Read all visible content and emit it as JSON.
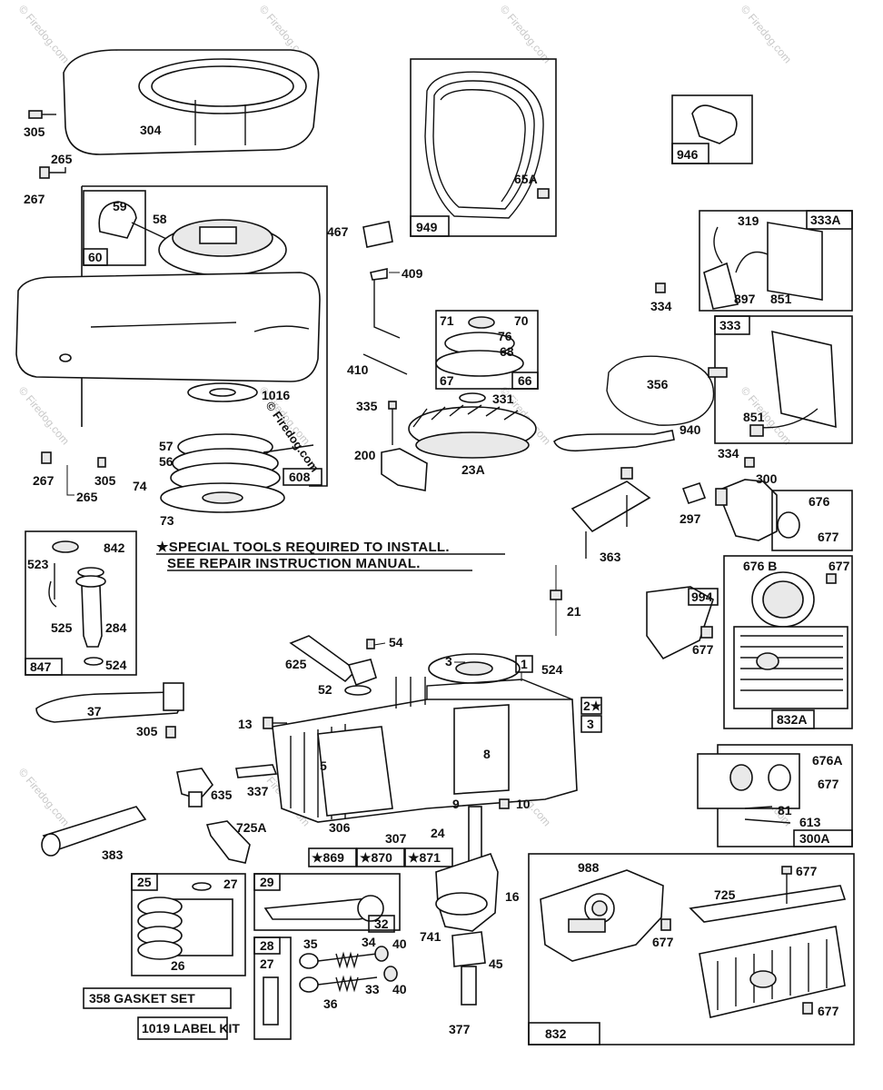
{
  "watermark": "© Firedog.com",
  "note": {
    "line1": "★SPECIAL TOOLS REQUIRED TO INSTALL.",
    "line2": "SEE REPAIR INSTRUCTION MANUAL."
  },
  "labels": {
    "p304": "304",
    "p305a": "305",
    "p265a": "265",
    "p267a": "267",
    "p59": "59",
    "p58": "58",
    "p60": "60",
    "p467": "467",
    "p1016": "1016",
    "p57": "57",
    "p56": "56",
    "p608": "608",
    "p74": "74",
    "p73": "73",
    "p267b": "267",
    "p305b": "305",
    "p265b": "265",
    "p949": "949",
    "p65A": "65A",
    "p409": "409",
    "p410": "410",
    "p71": "71",
    "p70": "70",
    "p76": "76",
    "p68": "68",
    "p67": "67",
    "p66": "66",
    "p331": "331",
    "p335": "335",
    "p200": "200",
    "p23A": "23A",
    "p946": "946",
    "p333A": "333A",
    "p319": "319",
    "p897": "897",
    "p851a": "851",
    "p334a": "334",
    "p333": "333",
    "p356": "356",
    "p851b": "851",
    "p334b": "334",
    "p940": "940",
    "p300": "300",
    "p676": "676",
    "p677a": "677",
    "p297": "297",
    "p363": "363",
    "p842": "842",
    "p523": "523",
    "p525": "525",
    "p284": "284",
    "p847": "847",
    "p524a": "524",
    "p21": "21",
    "p524b": "524",
    "p676B": "676 B",
    "p677b": "677",
    "p994": "994",
    "p677c": "677",
    "p832A": "832A",
    "p625": "625",
    "p54": "54",
    "p52": "52",
    "p37": "37",
    "p305c": "305",
    "p3a": "3",
    "p1": "1",
    "p2": "2★",
    "p3b": "3",
    "p13": "13",
    "p5": "5",
    "p8": "8",
    "p635": "635",
    "p337": "337",
    "p9": "9",
    "p10": "10",
    "p306": "306",
    "p307": "307",
    "p24": "24",
    "p725A": "725A",
    "p383": "383",
    "p869": "★869",
    "p870": "★870",
    "p871": "★871",
    "p676A": "676A",
    "p677d": "677",
    "p81": "81",
    "p613": "613",
    "p300A": "300A",
    "p25": "25",
    "p27a": "27",
    "p26": "26",
    "p29": "29",
    "p32": "32",
    "p28": "28",
    "p27b": "27",
    "p35": "35",
    "p34": "34",
    "p40a": "40",
    "p36": "36",
    "p33": "33",
    "p40b": "40",
    "p16": "16",
    "p741": "741",
    "p45": "45",
    "p377": "377",
    "p988": "988",
    "p677e": "677",
    "p725": "725",
    "p677f": "677",
    "p677g": "677",
    "p832": "832"
  },
  "kits": {
    "gasket_set": "358 GASKET SET",
    "label_kit": "1019 LABEL KIT"
  }
}
